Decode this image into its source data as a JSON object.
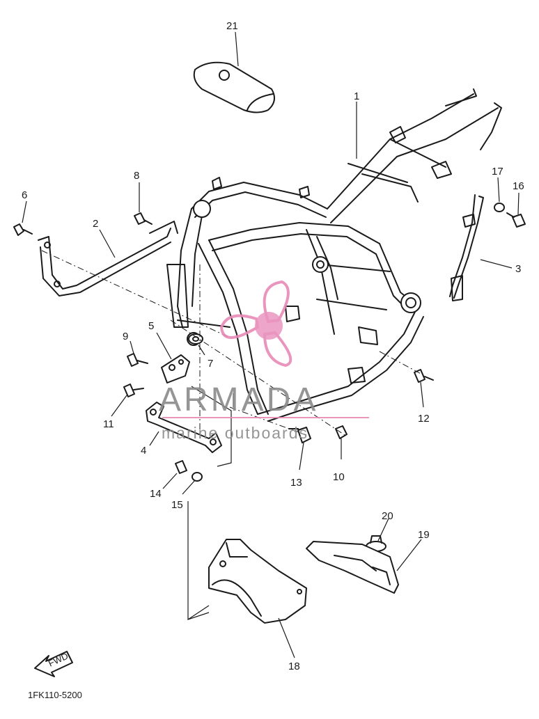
{
  "part_labels": [
    "1",
    "2",
    "3",
    "4",
    "5",
    "6",
    "7",
    "8",
    "9",
    "10",
    "11",
    "12",
    "13",
    "14",
    "15",
    "16",
    "17",
    "18",
    "19",
    "20",
    "21"
  ],
  "watermark": {
    "brand": "ARMADA",
    "tagline": "marine outboards",
    "accent": "#e88ab8"
  },
  "fwd_marker": "FWD",
  "diagram_code": "1FK110-5200"
}
